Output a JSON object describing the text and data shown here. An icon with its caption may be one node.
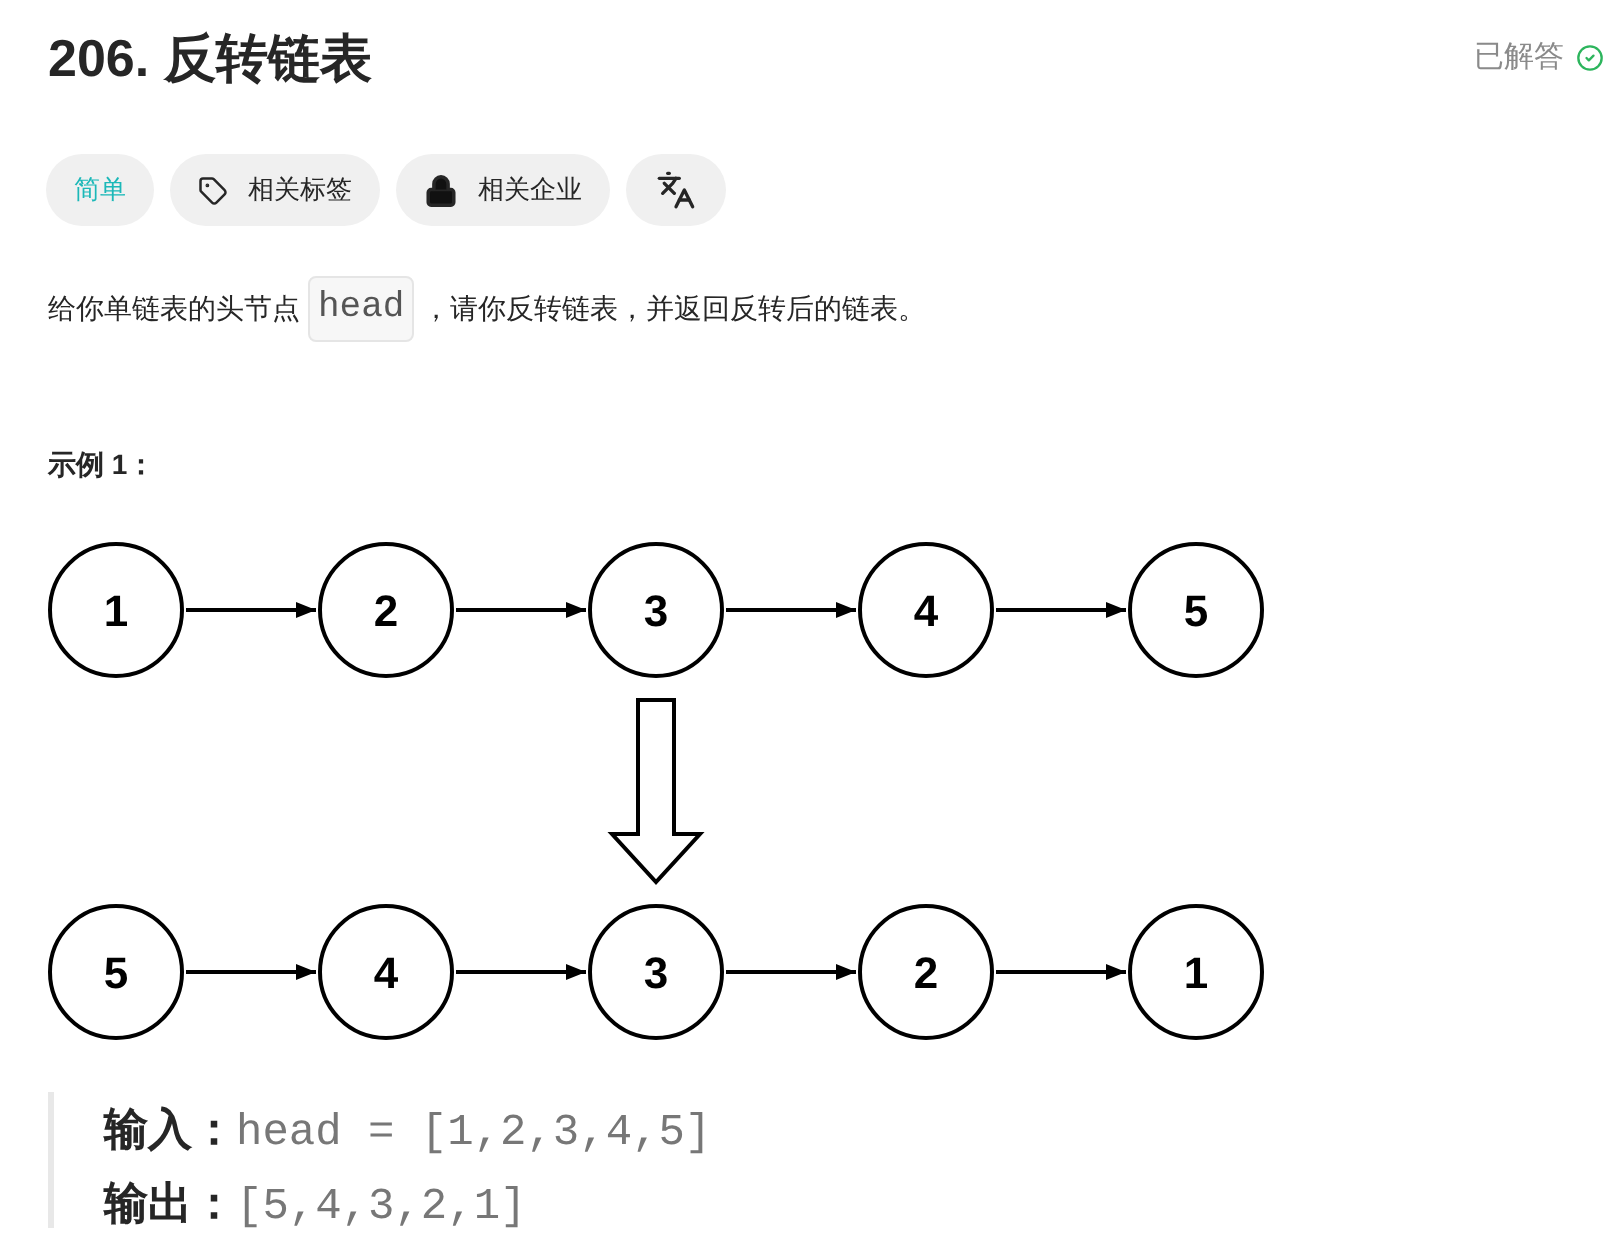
{
  "diagram": {
    "title": "206. 反转链表",
    "nodes": [
      {
        "text": [
          "1"
        ]
      },
      {
        "text": [
          "2"
        ]
      },
      {
        "text": [
          "3"
        ]
      },
      {
        "text": [
          "4"
        ]
      },
      {
        "text": [
          "5"
        ]
      },
      {
        "text": [
          "5"
        ]
      },
      {
        "text": [
          "4"
        ]
      },
      {
        "text": [
          "3"
        ]
      },
      {
        "text": [
          "2"
        ]
      },
      {
        "text": [
          "1"
        ]
      }
    ],
    "edges": [
      {
        "from": 0,
        "to": 1,
        "arrow": "to"
      },
      {
        "from": 1,
        "to": 2,
        "arrow": "to"
      },
      {
        "from": 2,
        "to": 3,
        "arrow": "to"
      },
      {
        "from": 3,
        "to": 4,
        "arrow": "to"
      },
      {
        "from": 2,
        "to": 7,
        "arrow": "to",
        "style": "thick"
      },
      {
        "from": 5,
        "to": 6,
        "arrow": "to"
      },
      {
        "from": 6,
        "to": 7,
        "arrow": "to"
      },
      {
        "from": 7,
        "to": 8,
        "arrow": "to"
      },
      {
        "from": 8,
        "to": 9,
        "arrow": "to"
      }
    ],
    "labels": [
      "已解答",
      "简单",
      "相关标签",
      "相关企业",
      "给你单链表的头节点",
      "head",
      "，请你反转链表，并返回反转后的链表。",
      "示例 1：",
      "输入：",
      "head = [1,2,3,4,5]",
      "输出：",
      "[5,4,3,2,1]"
    ]
  }
}
